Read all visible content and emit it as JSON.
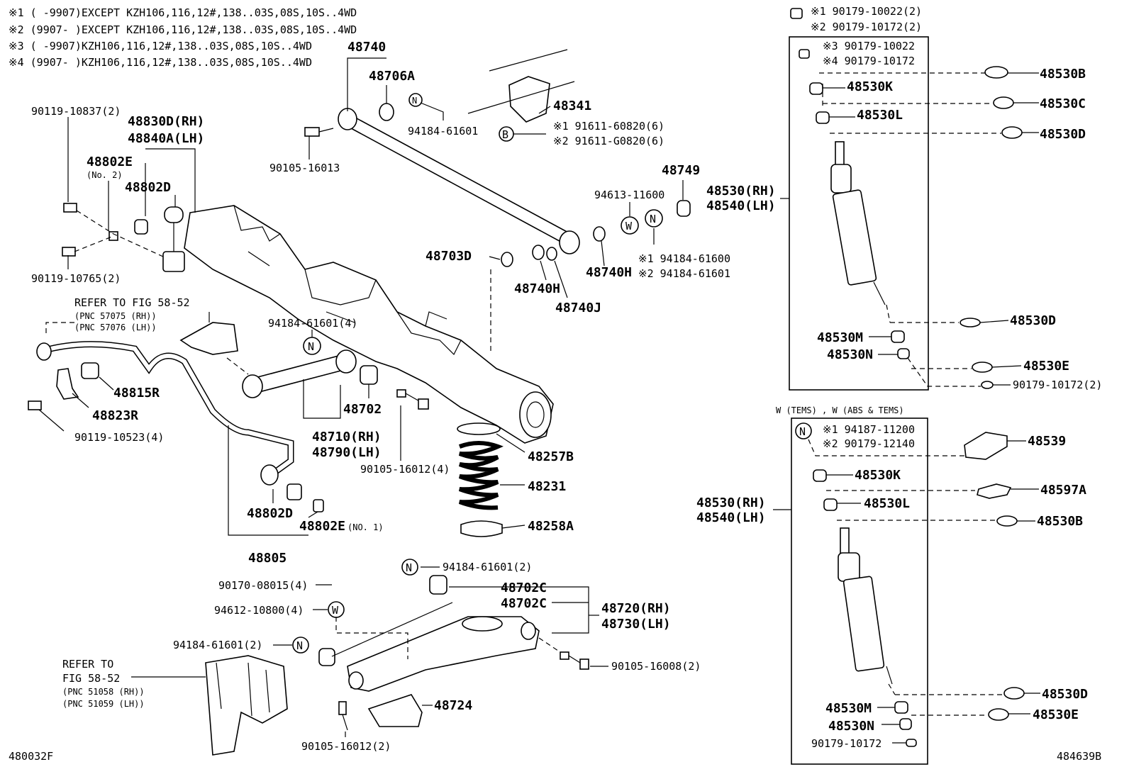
{
  "notes": {
    "n1": "※1 (     -9907)EXCEPT KZH106,116,12#,138..03S,08S,10S..4WD",
    "n2": "※2 (9907-      )EXCEPT KZH106,116,12#,138..03S,08S,10S..4WD",
    "n3": "※3 (     -9907)KZH106,116,12#,138..03S,08S,10S..4WD",
    "n4": "※4 (9907-      )KZH106,116,12#,138..03S,08S,10S..4WD"
  },
  "symbols": {
    "N": "N",
    "W": "W",
    "B": "B"
  },
  "labels": {
    "p48740": "48740",
    "p48706A": "48706A",
    "p94184_61601_top": "94184-61601",
    "p48341": "48341",
    "p91611_60820": "※1 91611-60820(6)",
    "p91611_G0820": "※2 91611-G0820(6)",
    "p90105_16013": "90105-16013",
    "p90119_10837": "90119-10837(2)",
    "p48830D": "48830D(RH)",
    "p48840A": "48840A(LH)",
    "p48802E_top": "48802E",
    "no2": "(No. 2)",
    "p48802D_top": "48802D",
    "p90119_10765": "90119-10765(2)",
    "p48749": "48749",
    "p94613_11600": "94613-11600",
    "p48703D": "48703D",
    "p48740H_a": "48740H",
    "p48740H_b": "48740H",
    "p48740J": "48740J",
    "p94184_61600_s1": "※1 94184-61600",
    "p94184_61601_s2": "※2 94184-61601",
    "refer1": "REFER TO FIG 58-52",
    "pnc57075": "(PNC 57075 (RH))",
    "pnc57076": "(PNC 57076 (LH))",
    "p94184_61601_4": "94184-61601(4)",
    "p48815R": "48815R",
    "p48823R": "48823R",
    "p90119_10523": "90119-10523(4)",
    "p48702": "48702",
    "p48710": "48710(RH)",
    "p48790": "48790(LH)",
    "p90105_16012_4": "90105-16012(4)",
    "p48257B": "48257B",
    "p48231": "48231",
    "p48258A": "48258A",
    "p48802D_bot": "48802D",
    "p48802E_bot": "48802E",
    "no1": "(NO. 1)",
    "p48805": "48805",
    "p94184_61601_2a": "94184-61601(2)",
    "p90170_08015": "90170-08015(4)",
    "p94612_10800": "94612-10800(4)",
    "p48702C_a": "48702C",
    "p48702C_b": "48702C",
    "p48720": "48720(RH)",
    "p48730": "48730(LH)",
    "p94184_61601_2b": "94184-61601(2)",
    "refer2a": "REFER TO",
    "refer2b": "FIG 58-52",
    "pnc51058": "(PNC 51058 (RH))",
    "pnc51059": "(PNC 51059 (LH))",
    "p90105_16008": "90105-16008(2)",
    "p48724": "48724",
    "p90105_16012_2": "90105-16012(2)",
    "code_left": "480032F",
    "code_right": "484639B",
    "top_s1": "※1 90179-10022(2)",
    "top_s2": "※2 90179-10172(2)",
    "box1_s3": "※3 90179-10022",
    "box1_s4": "※4 90179-10172",
    "b1_48530B": "48530B",
    "b1_48530K": "48530K",
    "b1_48530C": "48530C",
    "b1_48530L": "48530L",
    "b1_48530D": "48530D",
    "b1_48530RH": "48530(RH)",
    "b1_48540LH": "48540(LH)",
    "b1_48530D_low": "48530D",
    "b1_48530M": "48530M",
    "b1_48530N": "48530N",
    "b1_48530E": "48530E",
    "b1_90179_10172_2": "90179-10172(2)",
    "w_header": "W (TEMS) , W (ABS & TEMS)",
    "box2_s1": "※1 94187-11200",
    "box2_s2": "※2 90179-12140",
    "b2_48539": "48539",
    "b2_48530K": "48530K",
    "b2_48597A": "48597A",
    "b2_48530L": "48530L",
    "b2_48530B": "48530B",
    "b2_48530RH": "48530(RH)",
    "b2_48540LH": "48540(LH)",
    "b2_48530D": "48530D",
    "b2_48530M": "48530M",
    "b2_48530E": "48530E",
    "b2_48530N": "48530N",
    "b2_90179_10172": "90179-10172"
  }
}
